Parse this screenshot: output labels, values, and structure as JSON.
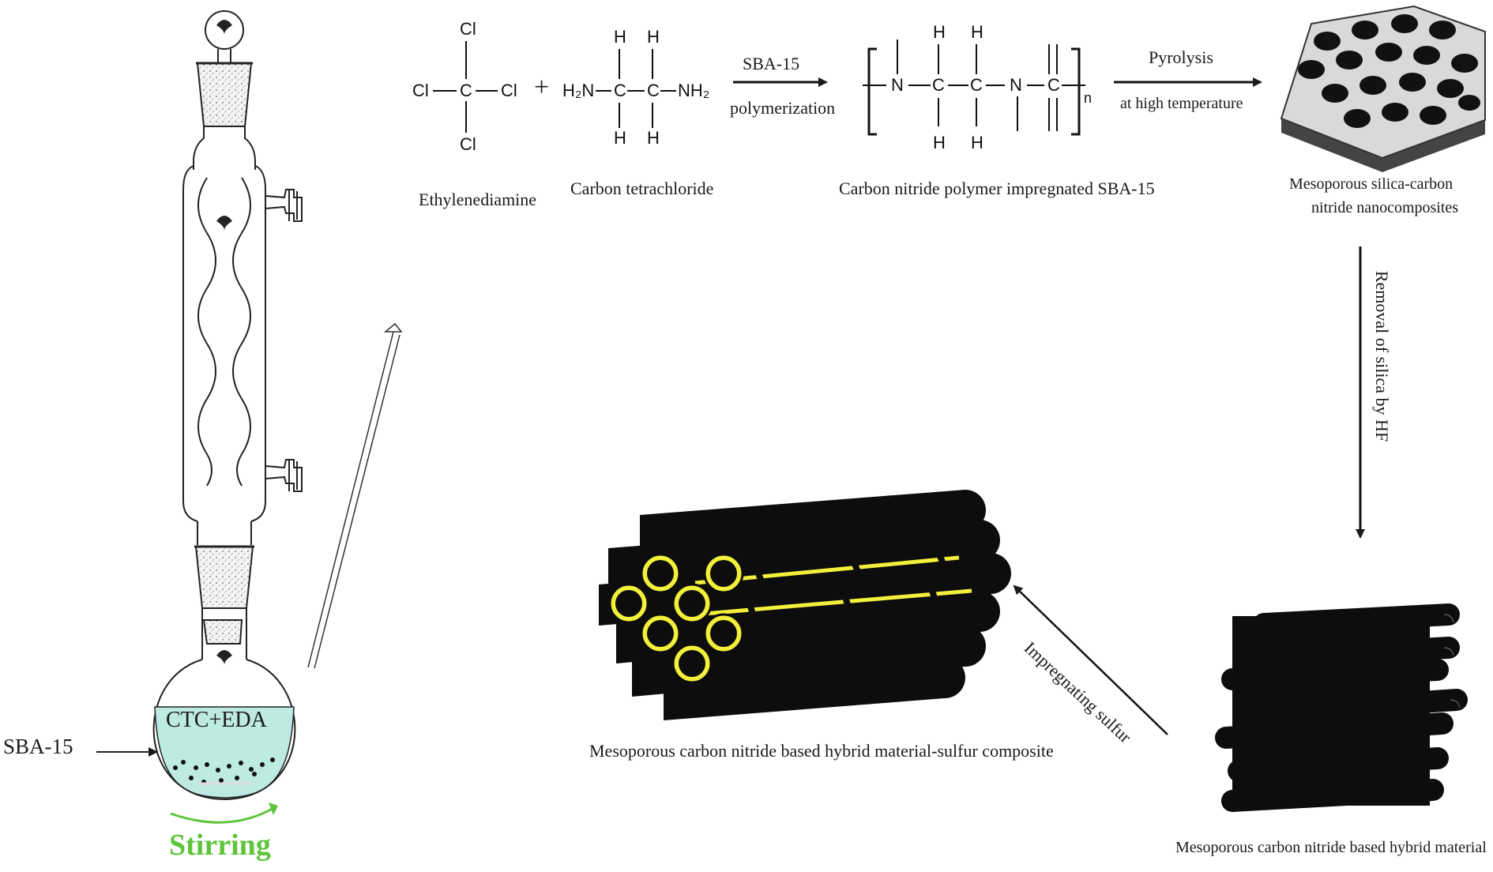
{
  "apparatus": {
    "solution_label": "CTC+EDA",
    "sba_label": "SBA-15",
    "stirring_label": "Stirring",
    "stirring_color": "#5ec43a",
    "liquid_color": "#bdebe1"
  },
  "reaction": {
    "reactant1": {
      "atoms": {
        "top": "Cl",
        "left": "Cl",
        "center": "C",
        "right": "Cl",
        "bottom": "Cl"
      },
      "name": "Ethylenediamine"
    },
    "plus": "+",
    "reactant2": {
      "atoms": {
        "h1": "H",
        "h2": "H",
        "left": "H₂N",
        "c1": "C",
        "c2": "C",
        "right": "NH₂",
        "h3": "H",
        "h4": "H"
      },
      "name": "Carbon tetrachloride"
    },
    "arrow1": {
      "top": "SBA-15",
      "bottom": "polymerization"
    },
    "polymer": {
      "atoms": {
        "n1": "N",
        "c1": "C",
        "c2": "C",
        "n2": "N",
        "c3": "C",
        "h1": "H",
        "h2": "H",
        "h3": "H",
        "h4": "H",
        "n": "n"
      },
      "name": "Carbon nitride polymer impregnated SBA-15"
    },
    "arrow2": {
      "top": "Pyrolysis",
      "bottom": "at high temperature"
    }
  },
  "nanocomposite": {
    "name_line1": "Mesoporous silica-carbon",
    "name_line2": "nitride nanocomposites",
    "surface_color": "#d9d9d9"
  },
  "step_removal": "Removal of silica by HF",
  "hybrid": {
    "name": "Mesoporous carbon nitride based hybrid material"
  },
  "step_sulfur": "Impregnating sulfur",
  "composite": {
    "name": "Mesoporous carbon nitride based hybrid material-sulfur composite",
    "sulfur_color": "#f2f03a"
  }
}
